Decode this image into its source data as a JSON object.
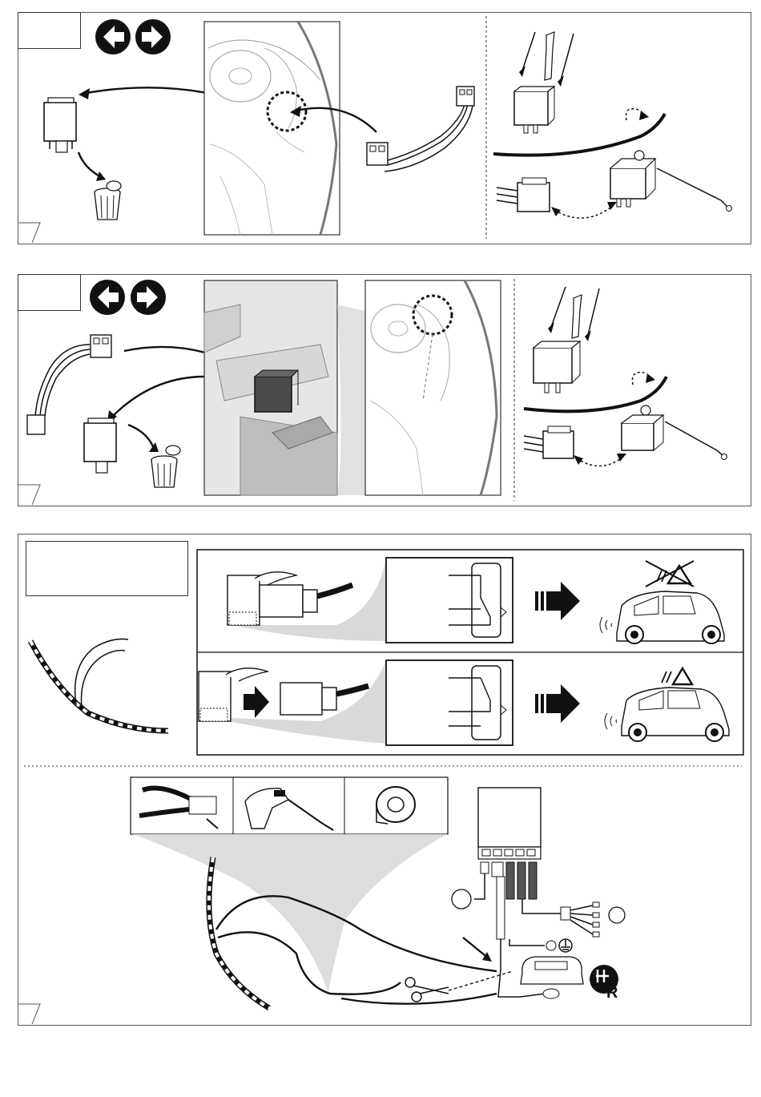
{
  "panels": [
    {
      "id": "step-1",
      "step_label": ""
    },
    {
      "id": "step-2",
      "step_label": ""
    },
    {
      "id": "step-3",
      "note_text": ""
    }
  ],
  "icons": {
    "nav_left": "arrow-left-icon",
    "nav_right": "arrow-right-icon",
    "relay": "relay-icon",
    "trash": "trash-bin-icon",
    "scissors": "scissors-icon",
    "ground": "ground-icon",
    "tow_signal": "trailer-signal-icon",
    "registration": "registration-letter-icon",
    "pliers": "crimping-pliers-icon",
    "soldering": "soldering-iron-icon",
    "tape": "insulation-tape-icon"
  },
  "labels": {
    "registration_letter": "R"
  },
  "colors": {
    "line": "#1a1a1a",
    "border": "#555555",
    "shade": "#d9d9d9",
    "shade_dark": "#8c8c8c",
    "white": "#ffffff"
  }
}
